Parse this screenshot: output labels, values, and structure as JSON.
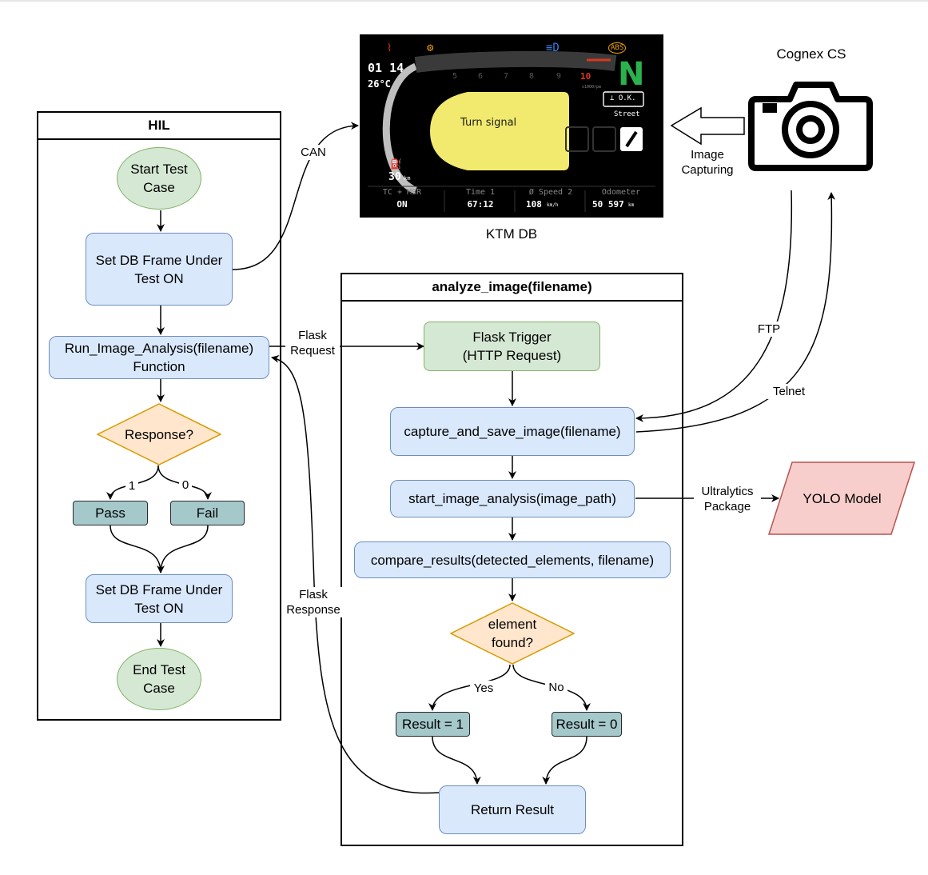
{
  "hil": {
    "title": "HIL",
    "start": "Start Test\nCase",
    "set_frame_1": "Set DB Frame Under\nTest ON",
    "run_analysis": "Run_Image_Analysis(filename)\nFunction",
    "response": "Response?",
    "branch_1": "1",
    "branch_0": "0",
    "pass": "Pass",
    "fail": "Fail",
    "set_frame_2": "Set DB Frame Under\nTest ON",
    "end": "End Test\nCase"
  },
  "analyze": {
    "title": "analyze_image(filename)",
    "trigger": "Flask Trigger\n(HTTP Request)",
    "capture": "capture_and_save_image(filename)",
    "start_analysis": "start_image_analysis(image_path)",
    "compare": "compare_results(detected_elements, filename)",
    "decision": "element\nfound?",
    "yes": "Yes",
    "no": "No",
    "result1": "Result = 1",
    "result0": "Result = 0",
    "return": "Return Result"
  },
  "edges": {
    "can": "CAN",
    "flask_request": "Flask\nRequest",
    "flask_response": "Flask\nResponse",
    "ftp": "FTP",
    "telnet": "Telnet",
    "image_capturing": "Image\nCapturing",
    "ultralytics": "Ultralytics\nPackage"
  },
  "external": {
    "camera_label": "Cognex CS",
    "dashboard_label": "KTM DB",
    "yolo": "YOLO Model"
  },
  "dashboard": {
    "time_of_day": "01 14",
    "temperature": "26°C",
    "fuel_range": "30",
    "fuel_unit": "km",
    "turn_signal": "Turn signal",
    "gear": "N",
    "rpm_ticks": [
      "5",
      "6",
      "7",
      "8",
      "9",
      "10"
    ],
    "rpm_unit": "x1000rpm",
    "ok_badge": "⊥ O.K.",
    "mode": "Street",
    "stats": [
      {
        "label": "TC + MSR",
        "value": "ON",
        "unit": ""
      },
      {
        "label": "Time 1",
        "value": "67:12",
        "unit": ""
      },
      {
        "label": "Ø Speed 2",
        "value": "108",
        "unit": "km/h"
      },
      {
        "label": "Odometer",
        "value": "50 597",
        "unit": "km"
      }
    ],
    "icons": [
      "oil-pressure-icon",
      "engine-check-icon",
      "high-beam-icon",
      "abs-icon",
      "fuel-icon"
    ],
    "colors": {
      "turn_signal": "#f2ea6e",
      "gear": "#2bb24c",
      "warning_red": "#d9381e",
      "warning_amber": "#f0a500",
      "high_beam": "#3b7be0"
    }
  },
  "colors": {
    "process_fill": "#dae8fc",
    "process_stroke": "#6c8ebf",
    "terminal_fill": "#d5e8d4",
    "terminal_stroke": "#82b366",
    "decision_fill": "#ffe6cc",
    "decision_stroke": "#d79b00",
    "result_fill": "#a5c8cb",
    "yolo_fill": "#f8cecc",
    "yolo_stroke": "#b85450"
  }
}
